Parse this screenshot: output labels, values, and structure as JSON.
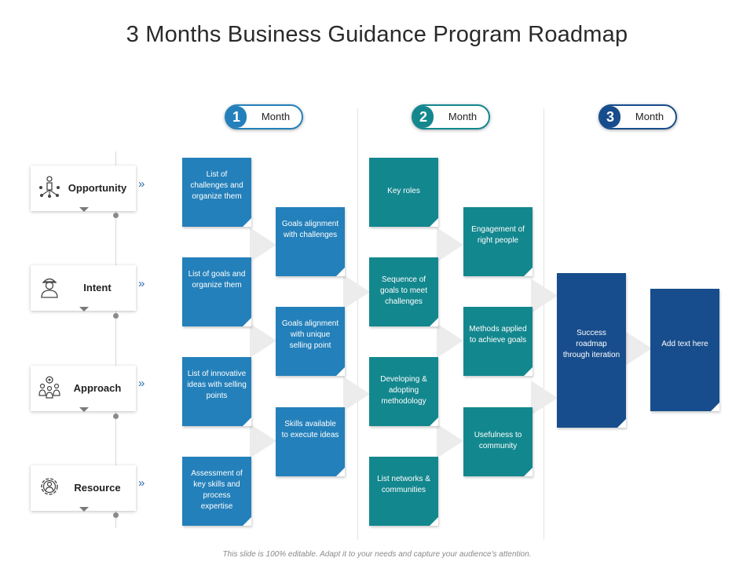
{
  "title": "3 Months Business Guidance Program Roadmap",
  "months": [
    {
      "num": "1",
      "label": "Month",
      "color": "#2480ba"
    },
    {
      "num": "2",
      "label": "Month",
      "color": "#13878e"
    },
    {
      "num": "3",
      "label": "Month",
      "color": "#174d8c"
    }
  ],
  "rows": [
    {
      "label": "Opportunity",
      "icon": "person-network-icon"
    },
    {
      "label": "Intent",
      "icon": "person-hat-icon"
    },
    {
      "label": "Approach",
      "icon": "team-gear-icon"
    },
    {
      "label": "Resource",
      "icon": "gear-person-icon"
    }
  ],
  "chevron": "»",
  "month1": {
    "col_a": [
      "List of challenges and organize them",
      "List of goals and organize them",
      "List of innovative ideas with selling points",
      "Assessment of key skills and process expertise"
    ],
    "col_b": [
      "Goals alignment with challenges",
      "Goals alignment with unique selling point",
      "Skills available to execute ideas"
    ]
  },
  "month2": {
    "col_a": [
      "Key roles",
      "Sequence of goals to meet challenges",
      "Developing & adopting methodology",
      "List networks & communities"
    ],
    "col_b": [
      "Engagement of right people",
      "Methods applied to achieve goals",
      "Usefulness to community"
    ]
  },
  "month3": {
    "col_a": [
      "Success roadmap through iteration"
    ],
    "col_b": [
      "Add text here"
    ]
  },
  "footer": "This slide is 100% editable. Adapt it to your needs and capture your audience's attention.",
  "colors": {
    "blue": "#2480ba",
    "teal": "#13878e",
    "navy": "#174d8c"
  }
}
